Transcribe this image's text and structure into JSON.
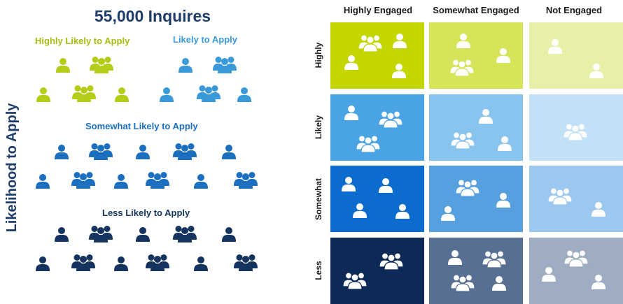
{
  "title": "55,000 Inquires",
  "y_axis_label": "Likelihood to Apply",
  "groups": [
    {
      "label": "Highly Likely to Apply",
      "color": "#b5cc18"
    },
    {
      "label": "Likely to Apply",
      "color": "#3a9ad9"
    },
    {
      "label": "Somewhat Likely to Apply",
      "color": "#1c6fbf"
    },
    {
      "label": "Less Likely to Apply",
      "color": "#14335e"
    }
  ],
  "matrix": {
    "columns": [
      "Highly Engaged",
      "Somewhat Engaged",
      "Not Engaged"
    ],
    "rows": [
      "Highly",
      "Likely",
      "Somewhat",
      "Less"
    ]
  },
  "colors": {
    "title": "#1f3d6b",
    "cells": [
      [
        "#c3d600",
        "#d6e45a",
        "#e7efa8"
      ],
      [
        "#4aa3e3",
        "#89c4ef",
        "#c2e0f6"
      ],
      [
        "#0c6ccd",
        "#57a0e0",
        "#9cc8ef"
      ],
      [
        "#0d2a57",
        "#566f92",
        "#9eadc2"
      ]
    ]
  }
}
